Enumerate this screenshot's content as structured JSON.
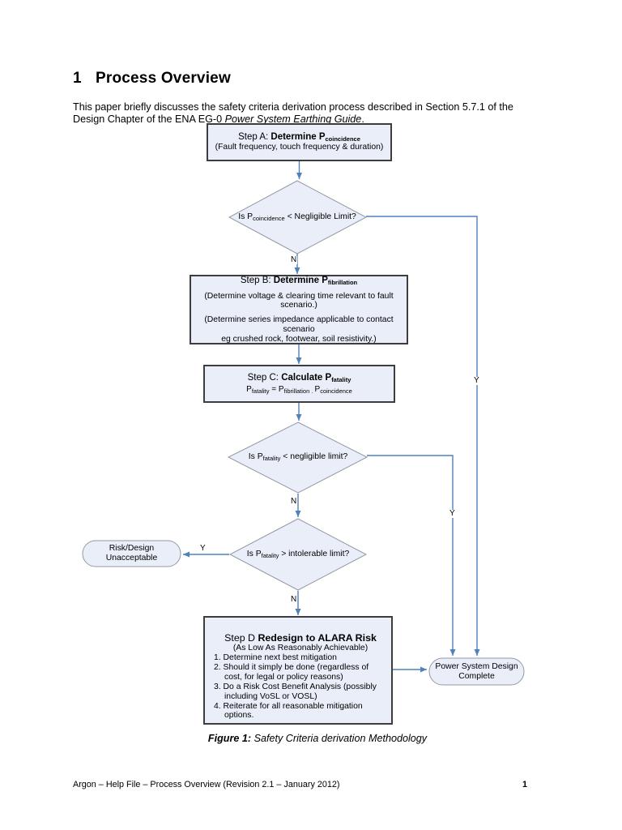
{
  "document": {
    "heading": {
      "number": "1",
      "title": "Process Overview"
    },
    "intro": {
      "line1": "This paper briefly discusses the safety criteria derivation process described in Section 5.7.1 of the",
      "line2_prefix": "Design Chapter of the ENA EG-0 ",
      "line2_italic": "Power System Earthing Guide",
      "line2_suffix": "."
    },
    "caption": {
      "label": "Figure 1:",
      "text": " Safety Criteria derivation Methodology"
    },
    "footer": {
      "left": "Argon – Help File – Process Overview (Revision 2.1 – January 2012)",
      "page_number": "1"
    }
  },
  "flowchart": {
    "step_a": {
      "title_prefix": "Step A: ",
      "title_bold": "Determine P",
      "title_subscript": "coincidence",
      "subtitle": "(Fault frequency, touch frequency & duration)"
    },
    "decision_coincidence": {
      "prefix": "Is P",
      "subscript": "coincidence",
      "suffix": " < Negligible Limit?"
    },
    "step_b": {
      "title_prefix": "Step B: ",
      "title_bold": "Determine P",
      "title_subscript": "fibrillation",
      "note1": "(Determine voltage & clearing time relevant to fault scenario.)",
      "note2_line1": "(Determine series impedance applicable to contact scenario",
      "note2_line2": "eg crushed rock, footwear, soil resistivity.)"
    },
    "step_c": {
      "title_prefix": "Step C: ",
      "title_bold": "Calculate P",
      "title_subscript": "fatality",
      "formula": {
        "p1": "P",
        "s1": "fatality",
        "eq": " = ",
        "p2": "P",
        "s2": "fibrillation",
        "op": " . ",
        "p3": "P",
        "s3": "coincidence"
      }
    },
    "decision_fatality_negligible": {
      "prefix": "Is P",
      "subscript": "fatality",
      "suffix": " < negligible limit?"
    },
    "decision_fatality_intolerable": {
      "prefix": "Is P",
      "subscript": "fatality",
      "suffix": " > intolerable limit?"
    },
    "risk_unacceptable": {
      "line1": "Risk/Design",
      "line2": "Unacceptable"
    },
    "step_d": {
      "title_prefix": "Step D ",
      "title_bold": "Redesign to ALARA Risk",
      "subtitle": "(As Low As Reasonably Achievable)",
      "items": [
        "1. Determine next best mitigation",
        "2. Should it simply be done (regardless of cost, for legal or policy reasons)",
        "3. Do a Risk Cost Benefit Analysis (possibly including VoSL or VOSL)",
        "4. Reiterate for all reasonable mitigation options."
      ]
    },
    "design_complete": {
      "line1": "Power System Design",
      "line2": "Complete"
    },
    "labels": {
      "no": "N",
      "yes": "Y"
    },
    "colors": {
      "node_fill": "#e9eef8",
      "process_border": "#3d3d3d",
      "shape_border": "#939aa4",
      "connector": "#4f81bd"
    }
  }
}
